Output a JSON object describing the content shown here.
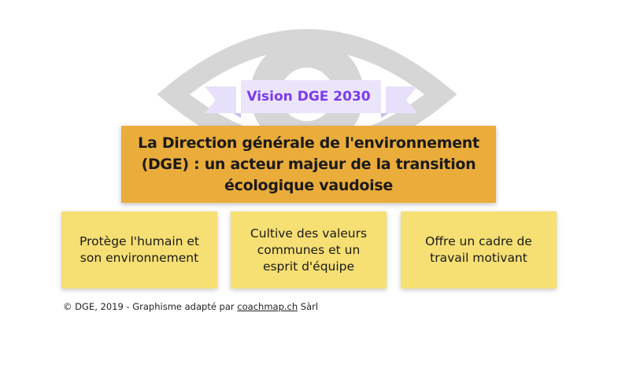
{
  "colors": {
    "eye": "#d6d6d6",
    "ribbon": "#e6e0fb",
    "ribbon_text": "#7c3aed",
    "main_box": "#eaac3a",
    "cards": "#f6df73",
    "background": "#ffffff"
  },
  "ribbon": {
    "label": "Vision DGE 2030"
  },
  "main": {
    "text": "La Direction générale de l'environnement (DGE) : un acteur majeur de la transition écologique vaudoise"
  },
  "cards": [
    {
      "text": "Protège l'humain et son environnement"
    },
    {
      "text": "Cultive des valeurs communes et un esprit d'équipe"
    },
    {
      "text": "Offre un cadre de travail motivant"
    }
  ],
  "credit": {
    "prefix": "© DGE, 2019 - Graphisme adapté par ",
    "link": "coachmap.ch",
    "suffix": " Sàrl"
  },
  "icons": {
    "background": "eye-icon"
  }
}
